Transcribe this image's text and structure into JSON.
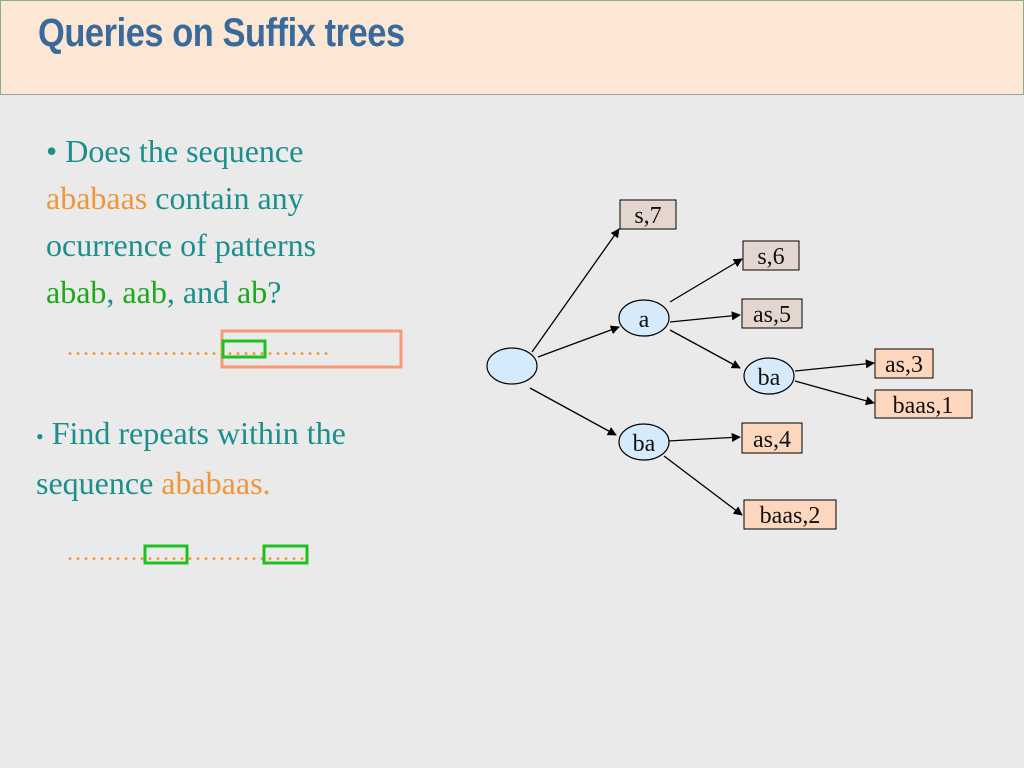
{
  "title": "Queries on Suffix trees",
  "q1": {
    "bullet": "•",
    "t1": "Does the sequence",
    "seq": "ababaas",
    "t2": "contain any ocurrence of  patterns",
    "p1": "abab",
    "c1": ",",
    "p2": "aab",
    "c2": ", and",
    "p3": "ab",
    "q": "?"
  },
  "q2": {
    "bullet": "•",
    "t1": "Find repeats within the sequence",
    "seq": "ababaas."
  },
  "dots1": "……………………………",
  "dots2": "…………………………",
  "tree": {
    "root": "",
    "node_a": "a",
    "node_ba": "ba",
    "node_a_ba": "ba",
    "leaves": {
      "s7": "s,7",
      "s6": "s,6",
      "as5": "as,5",
      "as3": "as,3",
      "baas1": "baas,1",
      "as4": "as,4",
      "baas2": "baas,2"
    }
  },
  "colors": {
    "title": "#3a6a9c",
    "text_teal": "#1b8f8c",
    "orange": "#f0963a",
    "green": "#1ba91b",
    "node_fill": "#d5ebfb",
    "leaf_fill": "#fcd6bd",
    "leaf_dark_fill": "#e4d6cf"
  }
}
